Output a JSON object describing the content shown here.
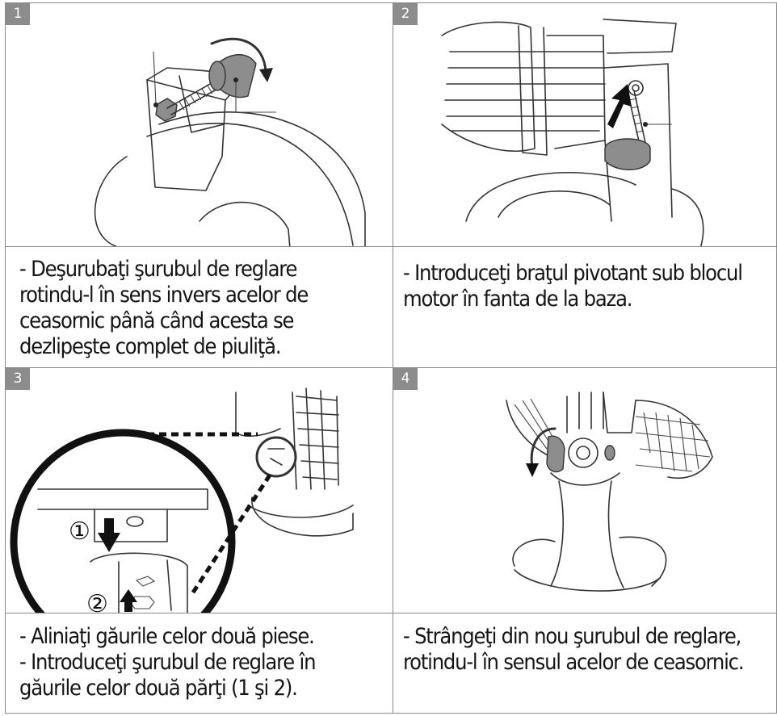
{
  "steps": [
    {
      "number": "1",
      "caption": [
        "- Deşurubaţi şurubul de reglare",
        "rotindu-l în sens invers acelor de",
        "ceasornic până când acesta se",
        "dezlipeşte complet de piuliţă."
      ]
    },
    {
      "number": "2",
      "caption": [
        "- Introduceţi braţul pivotant sub blocul",
        "motor în fanta de la baza."
      ]
    },
    {
      "number": "3",
      "caption": [
        "- Aliniaţi găurile celor două piese.",
        "- Introduceţi şurubul de reglare în",
        "găurile celor două părţi (1 şi 2)."
      ],
      "callouts": [
        "①",
        "②"
      ]
    },
    {
      "number": "4",
      "caption": [
        "- Strângeţi din nou şurubul de reglare,",
        "rotindu-l în sensul acelor de ceasornic."
      ]
    }
  ],
  "colors": {
    "badge": "#8c8c8c",
    "border": "#8a8a8a",
    "part": "#8d8d8d"
  }
}
